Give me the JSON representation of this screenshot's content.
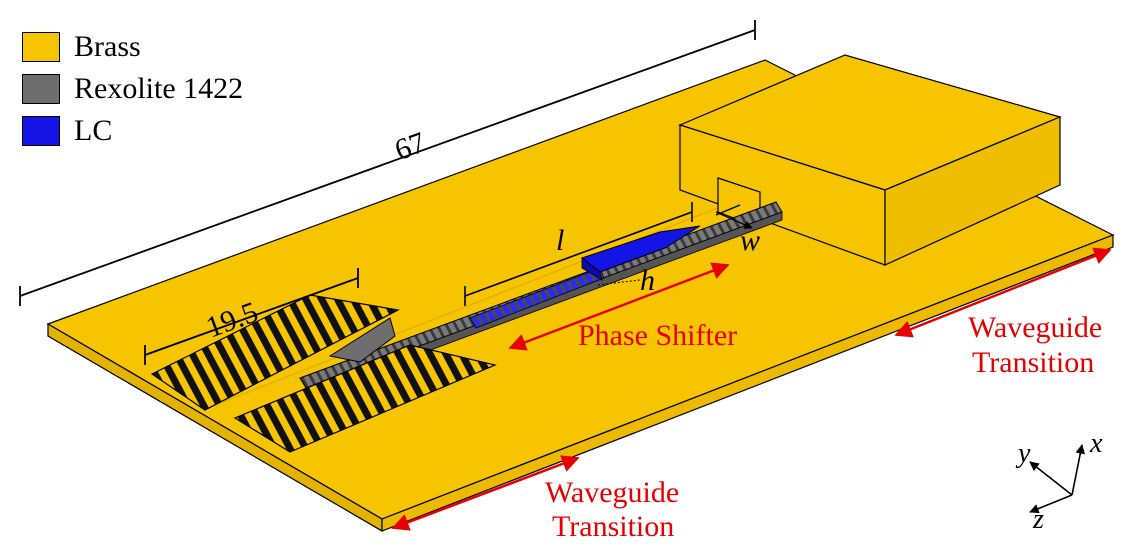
{
  "legend": {
    "items": [
      {
        "label": "Brass",
        "color": "#F7C400"
      },
      {
        "label": "Rexolite 1422",
        "color": "#6E6E6E"
      },
      {
        "label": "LC",
        "color": "#1414E6"
      }
    ]
  },
  "dimensions": {
    "total_length": "67",
    "taper_length": "19.5",
    "l": "l",
    "h": "h",
    "w": "w"
  },
  "annotations": {
    "phase_shifter": "Phase Shifter",
    "waveguide_transition_right_line1": "Waveguide",
    "waveguide_transition_right_line2": "Transition",
    "waveguide_transition_bottom_line1": "Waveguide",
    "waveguide_transition_bottom_line2": "Transition",
    "annotation_color": "#E60000"
  },
  "axes": {
    "x": "x",
    "y": "y",
    "z": "z"
  }
}
